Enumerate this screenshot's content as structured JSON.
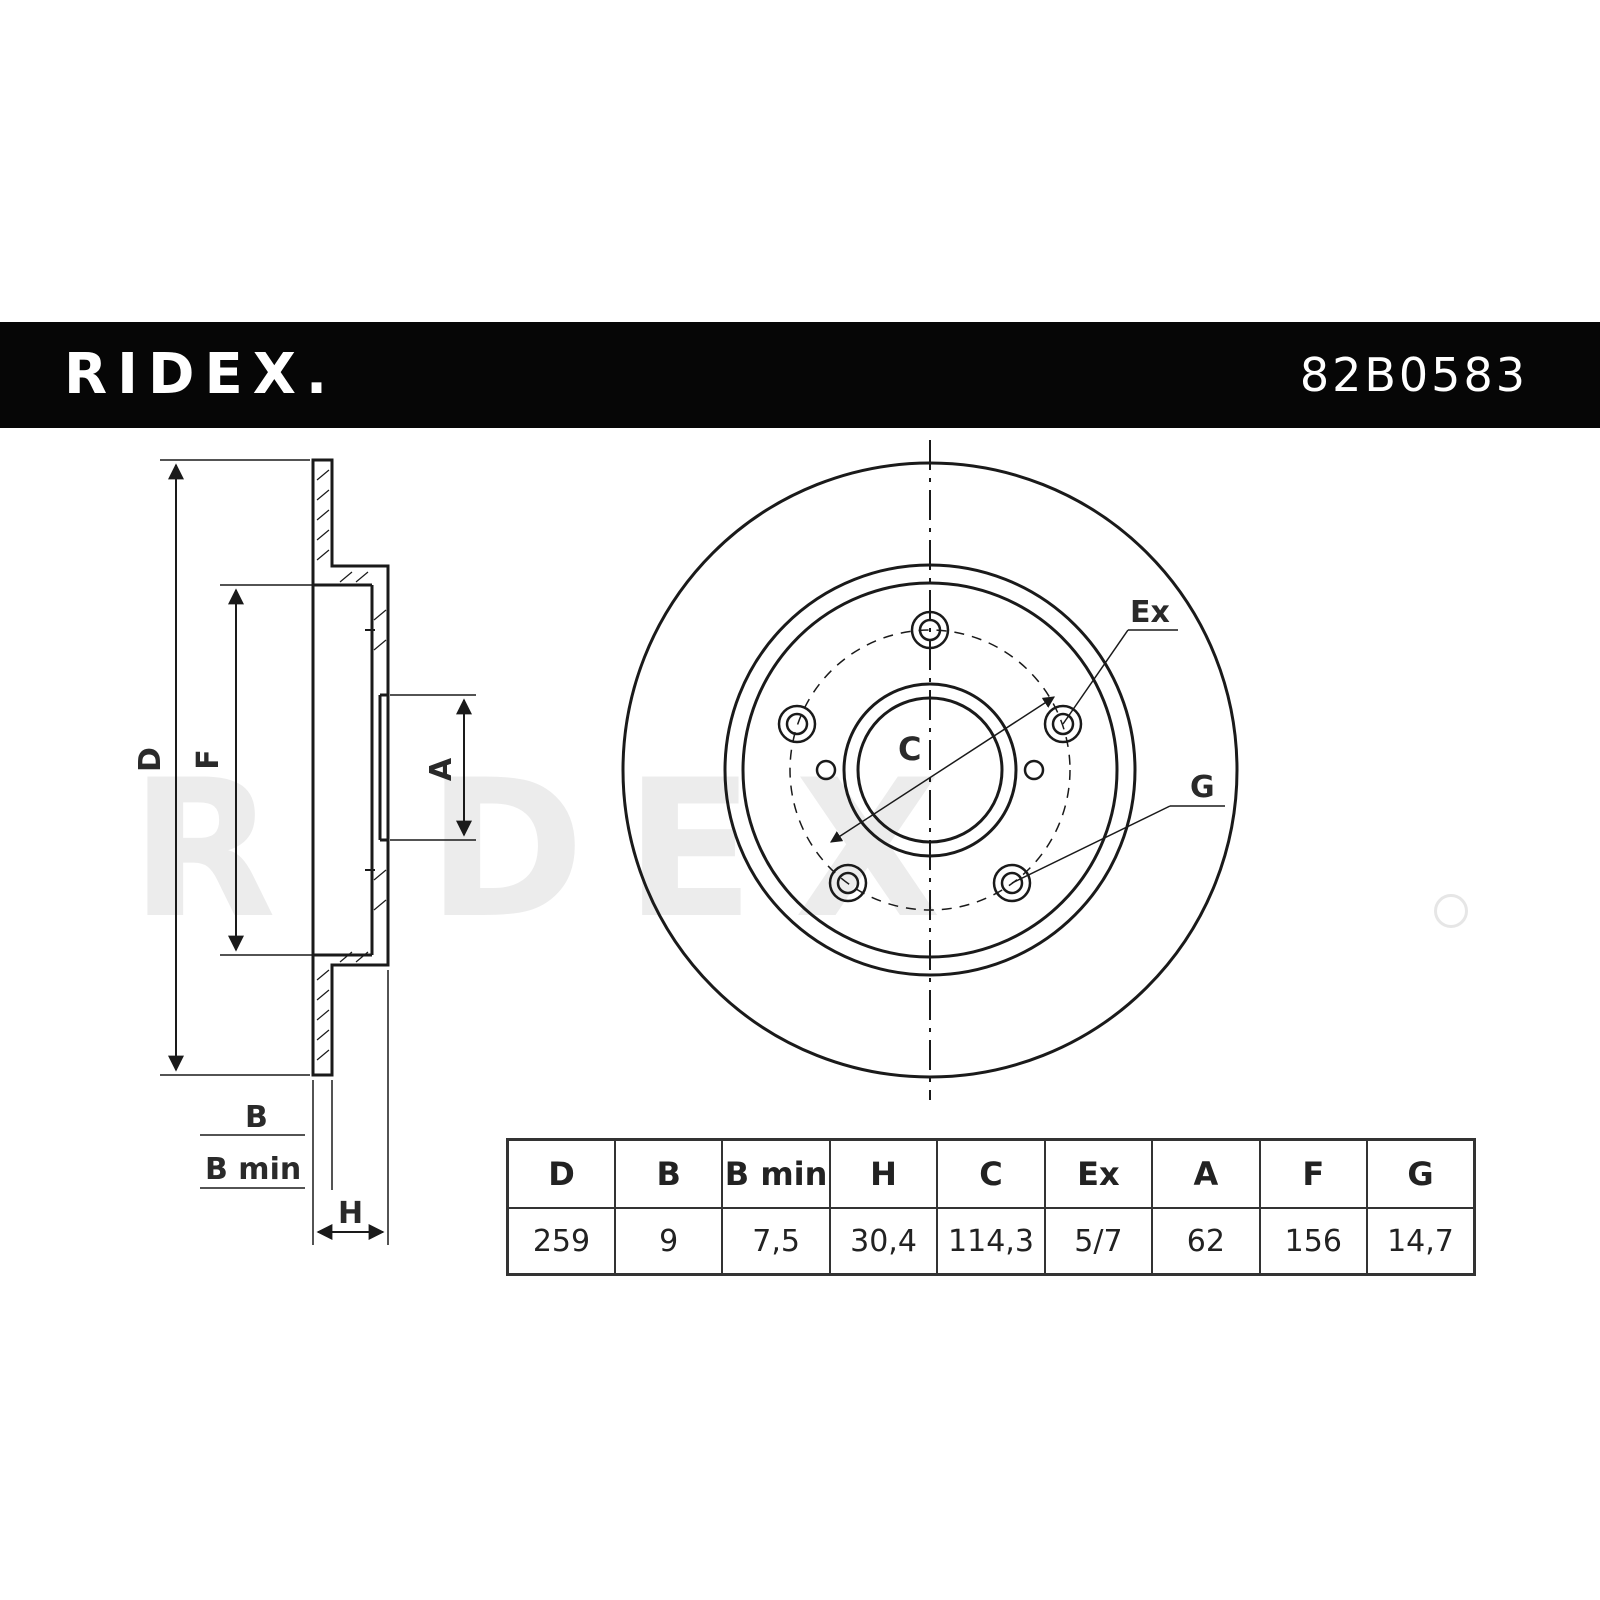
{
  "header": {
    "brand": "RIDEX.",
    "part_number": "82B0583"
  },
  "watermark": {
    "text": "RIDEX"
  },
  "side_view_labels": {
    "d": "D",
    "f": "F",
    "a": "A",
    "b": "B",
    "b_min": "B min",
    "h": "H"
  },
  "front_view_labels": {
    "c": "C",
    "ex": "Ex",
    "g": "G"
  },
  "spec_table": {
    "headers": [
      "D",
      "B",
      "B min",
      "H",
      "C",
      "Ex",
      "A",
      "F",
      "G"
    ],
    "values": [
      "259",
      "9",
      "7,5",
      "30,4",
      "114,3",
      "5/7",
      "62",
      "156",
      "14,7"
    ]
  },
  "colors": {
    "header_bg": "#060606",
    "line": "#1a1a1a",
    "watermark": "#ececec"
  }
}
